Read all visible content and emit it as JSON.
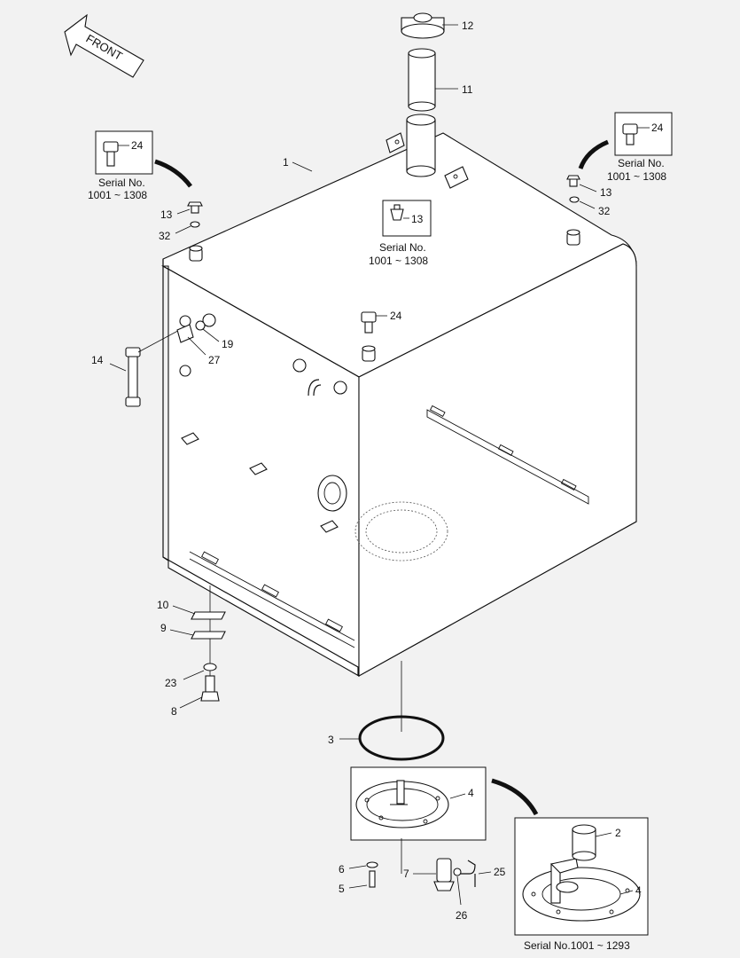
{
  "front_label": "FRONT",
  "serial_captions": {
    "top_left_line1": "Serial No.",
    "top_left_line2": "1001 ~ 1308",
    "top_right_line1": "Serial No.",
    "top_right_line2": "1001 ~ 1308",
    "center_line1": "Serial No.",
    "center_line2": "1001 ~ 1308",
    "bottom_right": "Serial No.1001 ~ 1293"
  },
  "part_numbers": {
    "p1": "1",
    "p2": "2",
    "p3": "3",
    "p4a": "4",
    "p4b": "4",
    "p5": "5",
    "p6": "6",
    "p7": "7",
    "p8": "8",
    "p9": "9",
    "p10": "10",
    "p11": "11",
    "p12": "12",
    "p13a": "13",
    "p13b": "13",
    "p13c": "13",
    "p14": "14",
    "p19": "19",
    "p23": "23",
    "p24a": "24",
    "p24b": "24",
    "p24c": "24",
    "p25": "25",
    "p26": "26",
    "p27": "27",
    "p32a": "32",
    "p32b": "32"
  }
}
